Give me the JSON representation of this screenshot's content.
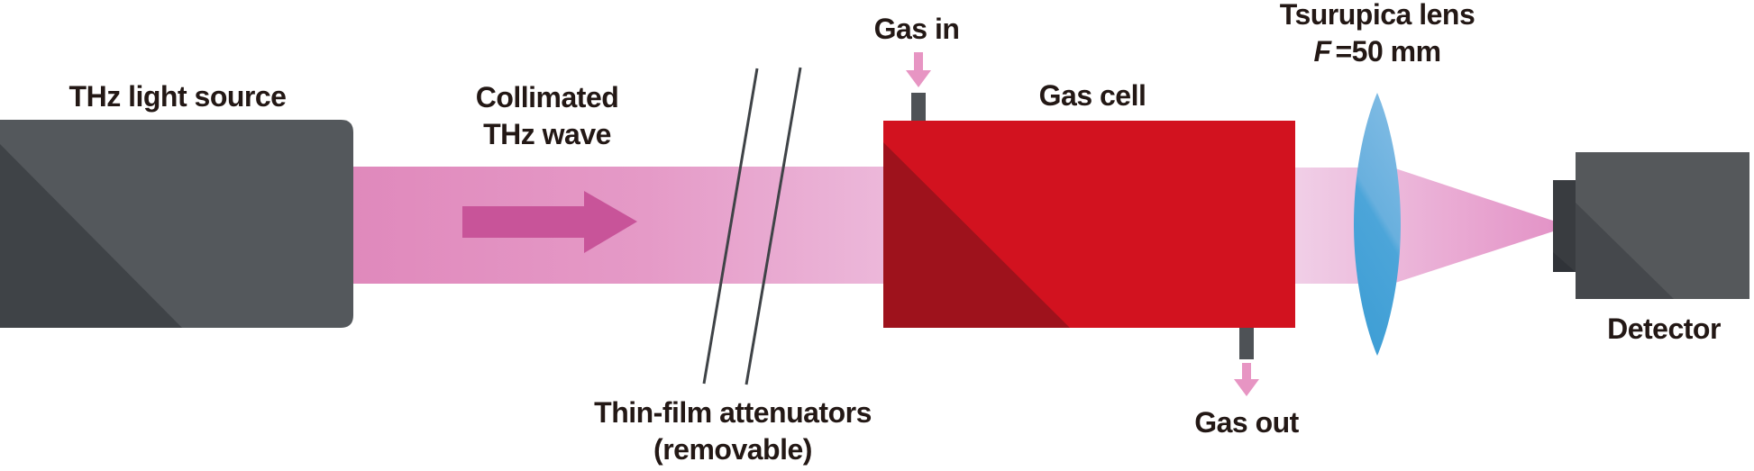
{
  "diagram": {
    "source": {
      "label": "THz light source"
    },
    "beam": {
      "label_line1": "Collimated",
      "label_line2": "THz wave"
    },
    "attenuators": {
      "label_line1": "Thin-film attenuators",
      "label_line2": "(removable)"
    },
    "gas_cell": {
      "label": "Gas cell",
      "gas_in_label": "Gas in",
      "gas_out_label": "Gas out"
    },
    "lens": {
      "label_line1": "Tsurupica lens",
      "focal_symbol": "F",
      "focal_value": "=50 mm"
    },
    "detector": {
      "label": "Detector"
    }
  },
  "icons": {
    "beam_direction": "arrow-right",
    "gas_in": "arrow-down",
    "gas_out": "arrow-down"
  },
  "colors": {
    "background": "#ffffff",
    "text": "#231815",
    "beam_pink_start": "#e089bc",
    "beam_pink_mid": "#e59ac7",
    "beam_pink_end": "#ecb8da",
    "arrow_magenta": "#c85499",
    "cone_pale": "#f0cfe7",
    "cone_mid": "#e9a8d2",
    "cone_tip": "#e394c7",
    "soft_pink_arrow": "#e795c3",
    "device_gray": "#54585c",
    "device_gray_dark": "#3f4347",
    "pipe_gray": "#4e5256",
    "attenuator_line": "#3f4347",
    "cell_red": "#d2121f",
    "cell_red_dark": "#9e121c",
    "lens_blue_light": "#7fbbe4",
    "lens_blue_mid": "#69b0de",
    "lens_blue_deep": "#4ca5d9",
    "lens_blue_dark": "#3e9ed5",
    "detector_gray": "#55585b",
    "detector_gray_dark": "#45484c",
    "detector_cap": "#393c40",
    "detector_cap_dark": "#303338"
  }
}
